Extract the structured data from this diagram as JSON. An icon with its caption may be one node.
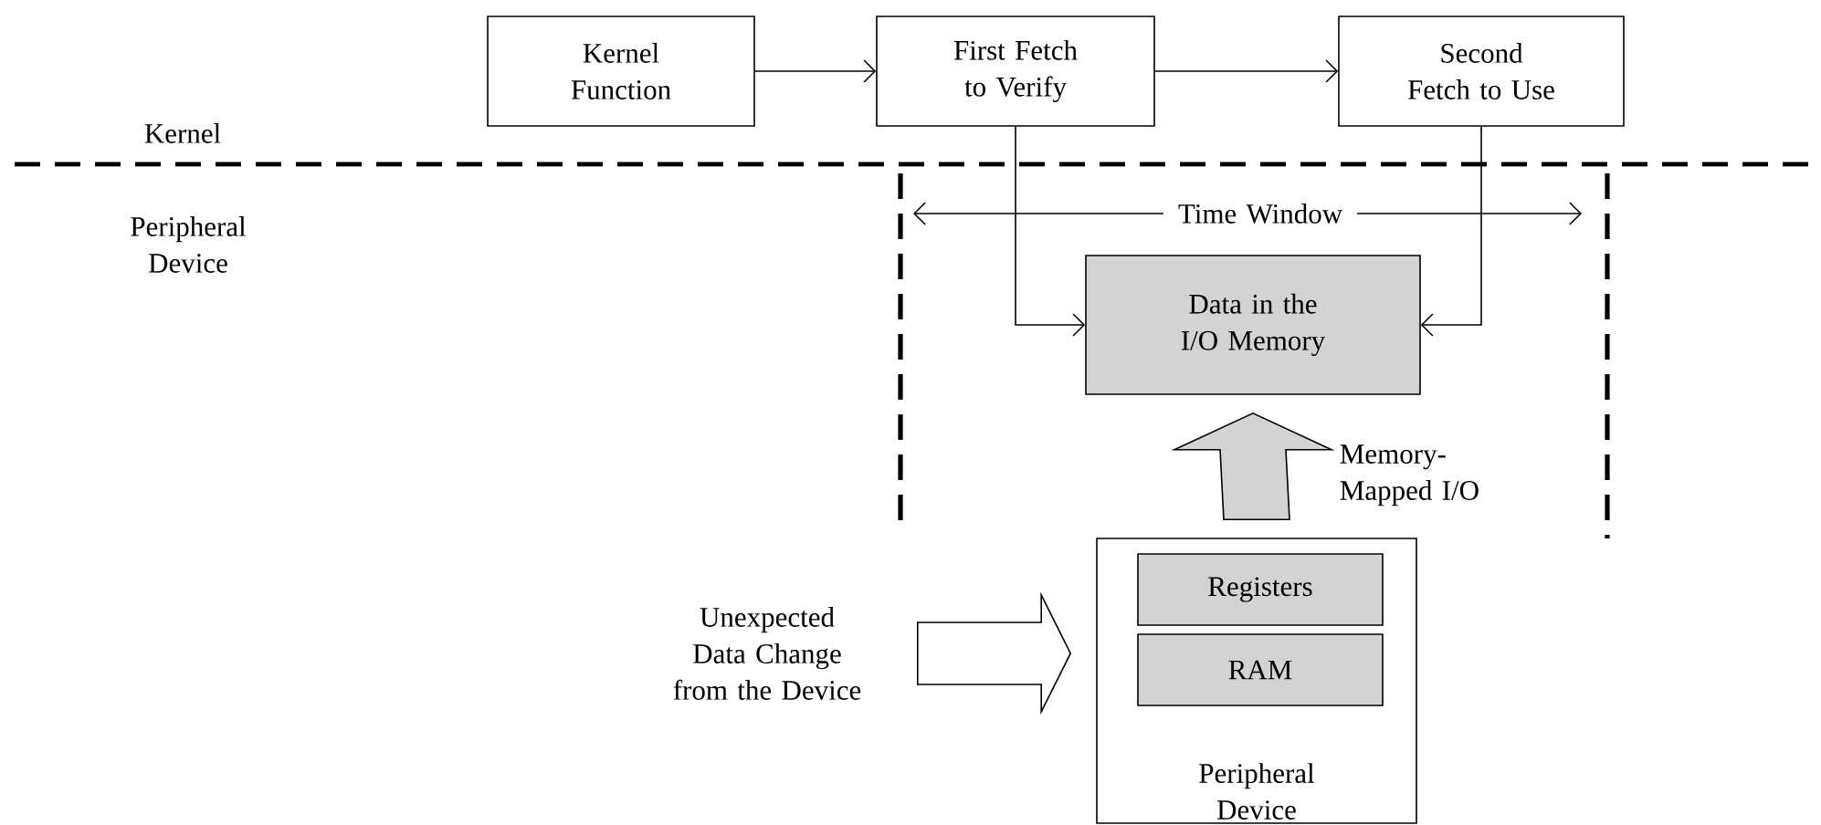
{
  "diagram": {
    "nodes": [
      {
        "text": [
          "Kernel Function"
        ]
      },
      {
        "text": [
          "First Fetch to Verify"
        ]
      },
      {
        "text": [
          "Second Fetch to Use"
        ]
      },
      {
        "text": [
          "Data in the I/O Memory"
        ]
      },
      {
        "text": [
          "Peripheral Device"
        ]
      },
      {
        "text": [
          "Registers"
        ],
        "in": 4
      },
      {
        "text": [
          "RAM"
        ],
        "in": 4
      },
      {
        "text": [
          "Unexpected Data Change from the Device"
        ]
      }
    ],
    "edges": [
      {
        "from": 0,
        "to": 1,
        "arrow": "to"
      },
      {
        "from": 1,
        "to": 2,
        "arrow": "to"
      },
      {
        "from": 1,
        "to": 3,
        "arrow": "to"
      },
      {
        "from": 2,
        "to": 3,
        "arrow": "to"
      },
      {
        "from": 4,
        "to": 3,
        "arrow": "to",
        "style": "thick",
        "color": "#d3d3d3",
        "label": "Memory- Mapped I/O"
      },
      {
        "from": 7,
        "to": 4,
        "arrow": "to",
        "style": "thick"
      }
    ],
    "labels": [
      "Kernel",
      "Peripheral Device",
      "Time Window"
    ]
  }
}
